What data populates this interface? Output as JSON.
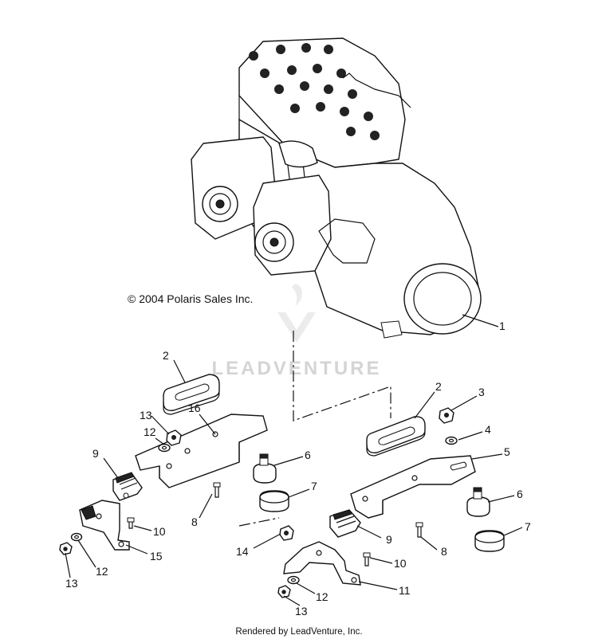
{
  "copyright": "© 2004 Polaris Sales Inc.",
  "watermark": "LEADVENTURE",
  "footer": "Rendered by LeadVenture, Inc.",
  "callouts": [
    {
      "id": "c1",
      "label": "1"
    },
    {
      "id": "c2a",
      "label": "2"
    },
    {
      "id": "c2b",
      "label": "2"
    },
    {
      "id": "c3",
      "label": "3"
    },
    {
      "id": "c4",
      "label": "4"
    },
    {
      "id": "c5",
      "label": "5"
    },
    {
      "id": "c6a",
      "label": "6"
    },
    {
      "id": "c6b",
      "label": "6"
    },
    {
      "id": "c7a",
      "label": "7"
    },
    {
      "id": "c7b",
      "label": "7"
    },
    {
      "id": "c8a",
      "label": "8"
    },
    {
      "id": "c8b",
      "label": "8"
    },
    {
      "id": "c9a",
      "label": "9"
    },
    {
      "id": "c9b",
      "label": "9"
    },
    {
      "id": "c10a",
      "label": "10"
    },
    {
      "id": "c10b",
      "label": "10"
    },
    {
      "id": "c11",
      "label": "11"
    },
    {
      "id": "c12a",
      "label": "12"
    },
    {
      "id": "c12b",
      "label": "12"
    },
    {
      "id": "c12c",
      "label": "12"
    },
    {
      "id": "c13a",
      "label": "13"
    },
    {
      "id": "c13b",
      "label": "13"
    },
    {
      "id": "c13c",
      "label": "13"
    },
    {
      "id": "c14",
      "label": "14"
    },
    {
      "id": "c15",
      "label": "15"
    },
    {
      "id": "c16",
      "label": "16"
    }
  ]
}
